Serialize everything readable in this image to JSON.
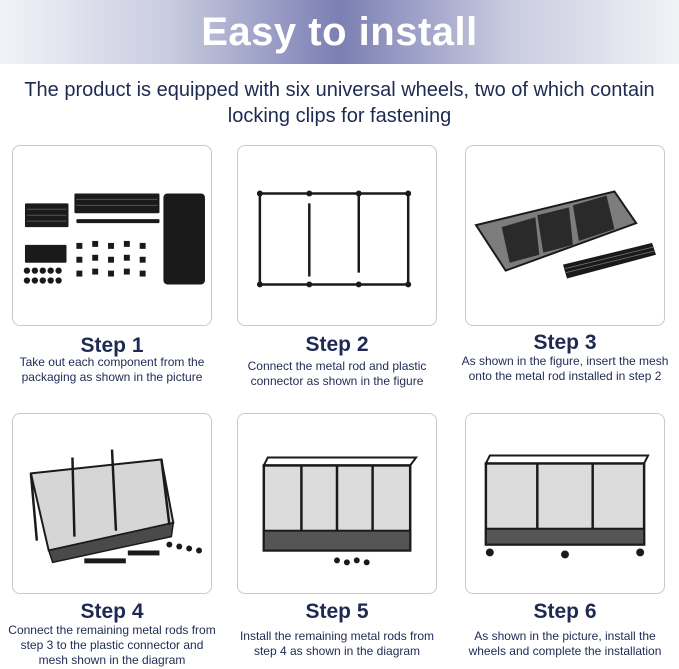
{
  "header": {
    "title": "Easy to install"
  },
  "subtitle": "The product is equipped with six universal wheels, two of which contain locking clips for fastening",
  "steps": [
    {
      "title": "Step 1",
      "description": "Take out each component from the packaging as shown in the picture"
    },
    {
      "title": "Step 2",
      "description": "Connect the metal rod and plastic connector as shown in the figure"
    },
    {
      "title": "Step 3",
      "description": "As shown in the figure, insert the mesh onto the metal rod installed in step 2"
    },
    {
      "title": "Step 4",
      "description": "Connect the remaining metal rods from step 3 to the plastic connector and mesh shown in the diagram"
    },
    {
      "title": "Step 5",
      "description": "Install the remaining metal rods from step 4 as shown in the diagram"
    },
    {
      "title": "Step 6",
      "description": "As shown in the picture, install the wheels and complete the installation"
    }
  ],
  "colors": {
    "text": "#1e2a52",
    "banner": "#7b7fb3",
    "card_border": "#c9c9cf"
  }
}
